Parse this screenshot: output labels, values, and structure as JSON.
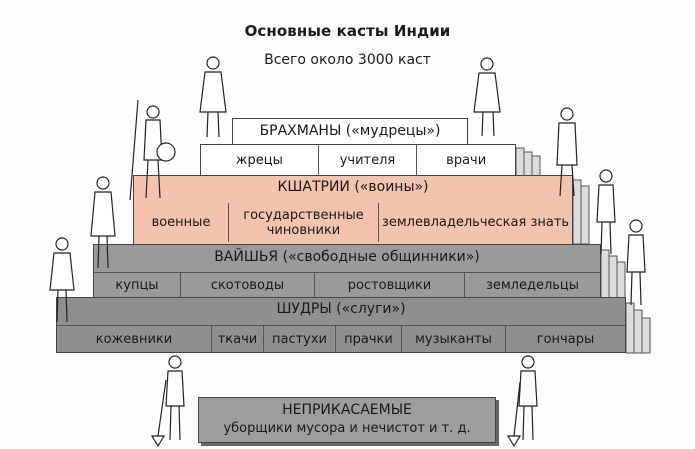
{
  "title": "Основные касты Индии",
  "subtitle": "Всего около 3000 каст",
  "tiers": {
    "brahmins": {
      "name": "БРАХМАНЫ («мудрецы»)",
      "groups": [
        "жрецы",
        "учителя",
        "врачи"
      ]
    },
    "kshatriya": {
      "name": "КШАТРИИ («воины»)",
      "groups": [
        "военные",
        "государственные чиновники",
        "землевладельческая знать"
      ]
    },
    "vaishya": {
      "name": "ВАЙШЬЯ («свободные общинники»)",
      "groups": [
        "купцы",
        "скотоводы",
        "ростовщики",
        "земледельцы"
      ]
    },
    "shudra": {
      "name": "ШУДРЫ («слуги»)",
      "groups": [
        "кожевники",
        "ткачи",
        "пастухи",
        "прачки",
        "музыканты",
        "гончары"
      ]
    },
    "untouchables": {
      "name": "НЕПРИКАСАЕМЫЕ",
      "groups": [
        "уборщики мусора и нечистот и т. д."
      ]
    }
  },
  "colors": {
    "brahmins": "#ffffff",
    "kshatriya": "#f4c3ad",
    "vaishya": "#9a9a9a",
    "shudra": "#8f8f8f",
    "untouchables": "#9d9d9d"
  }
}
